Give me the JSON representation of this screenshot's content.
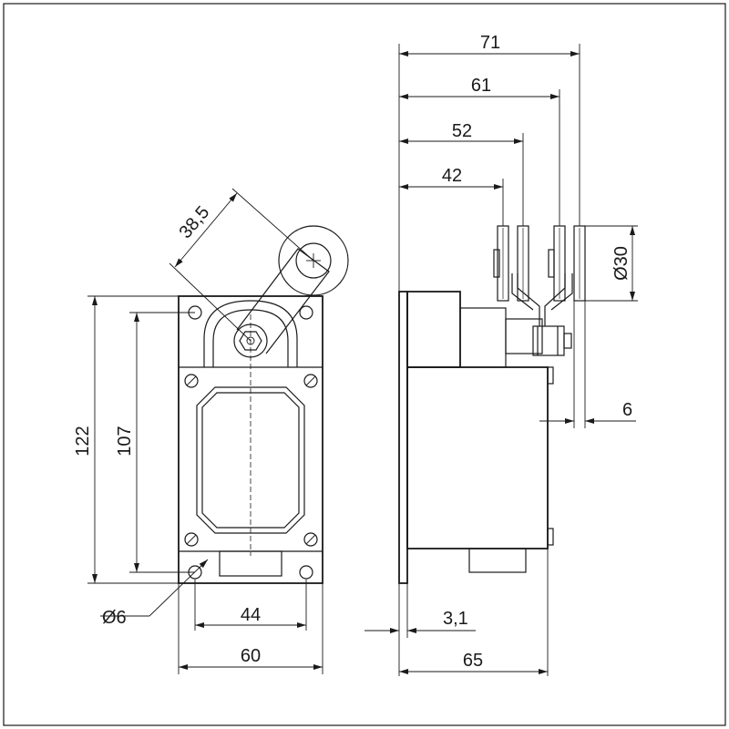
{
  "dimensions": {
    "top_71": "71",
    "top_61": "61",
    "top_52": "52",
    "top_42": "42",
    "roller_38_5": "38,5",
    "height_122": "122",
    "height_107": "107",
    "hole_d6": "Ø6",
    "width_44": "44",
    "width_60": "60",
    "roller_d30": "Ø30",
    "side_6": "6",
    "flange_3_1": "3,1",
    "depth_65": "65"
  },
  "colors": {
    "line": "#1a1a1a",
    "background": "#ffffff"
  }
}
